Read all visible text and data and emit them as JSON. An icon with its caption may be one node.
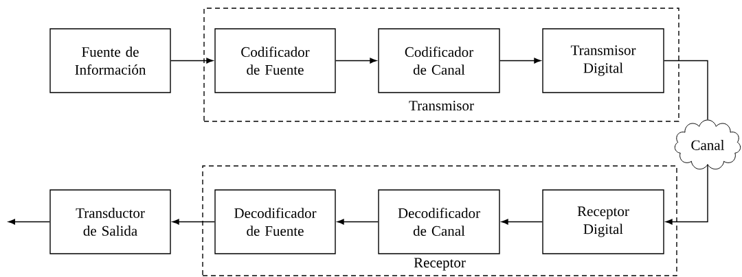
{
  "diagram": {
    "nodes": [
      {
        "text": [
          "Fuente de Información"
        ]
      },
      {
        "text": [
          "Transmisor"
        ]
      },
      {
        "text": [
          "Codificador de Fuente"
        ],
        "in": 1
      },
      {
        "text": [
          "Codificador de Canal"
        ],
        "in": 1
      },
      {
        "text": [
          "Transmisor Digital"
        ],
        "in": 1
      },
      {
        "text": [
          "Canal"
        ]
      },
      {
        "text": [
          "Transductor de Salida"
        ]
      },
      {
        "text": [
          "Receptor"
        ]
      },
      {
        "text": [
          "Decodificador de Fuente"
        ],
        "in": 7
      },
      {
        "text": [
          "Decodificador de Canal"
        ],
        "in": 7
      },
      {
        "text": [
          "Receptor Digital"
        ],
        "in": 7
      }
    ],
    "edges": [
      {
        "from": 0,
        "to": 2,
        "arrow": "to"
      },
      {
        "from": 2,
        "to": 3,
        "arrow": "to"
      },
      {
        "from": 3,
        "to": 4,
        "arrow": "to"
      },
      {
        "from": 4,
        "to": 5,
        "arrow": "none"
      },
      {
        "from": 5,
        "to": 10,
        "arrow": "to"
      },
      {
        "from": 10,
        "to": 9,
        "arrow": "to"
      },
      {
        "from": 9,
        "to": 8,
        "arrow": "to"
      },
      {
        "from": 8,
        "to": 6,
        "arrow": "to"
      },
      {
        "from": 6,
        "to": null,
        "arrow": "to"
      }
    ]
  }
}
